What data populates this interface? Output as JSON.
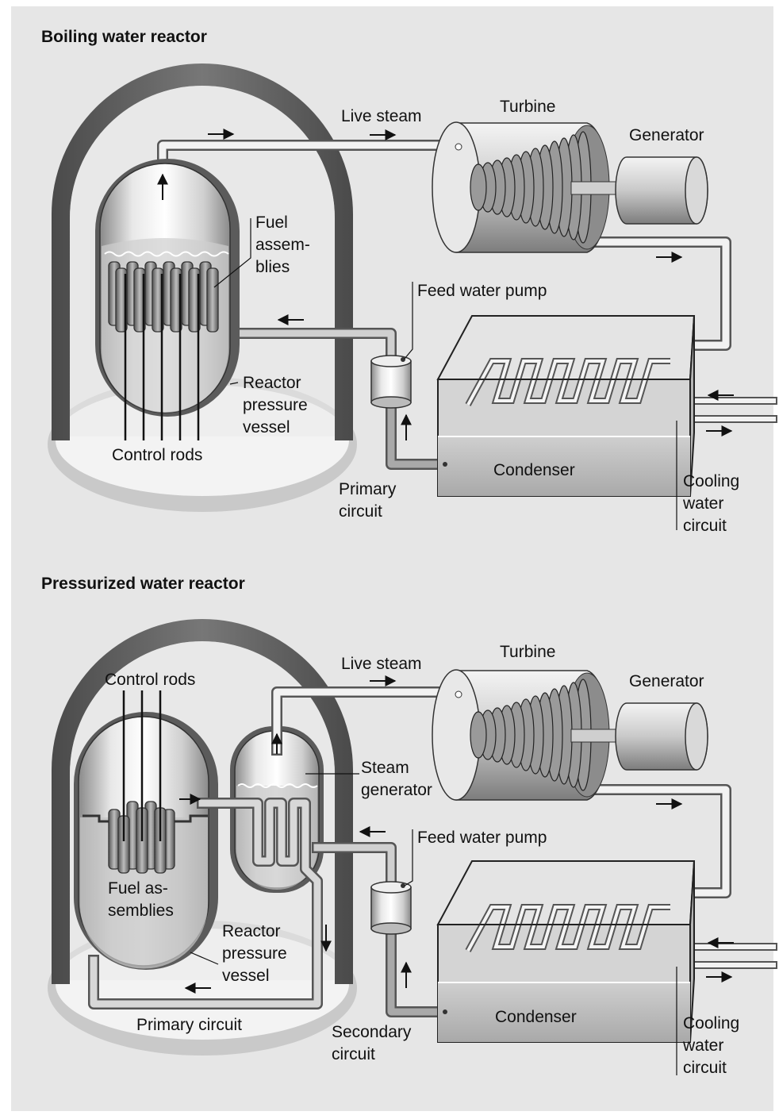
{
  "bwr": {
    "title": "Boiling water reactor",
    "live_steam": "Live steam",
    "turbine": "Turbine",
    "generator": "Generator",
    "fuel": [
      "Fuel",
      "assem-",
      "blies"
    ],
    "feed_pump": "Feed water pump",
    "rpv": [
      "Reactor",
      "pressure",
      "vessel"
    ],
    "control_rods": "Control rods",
    "condenser": "Condenser",
    "primary": [
      "Primary",
      "circuit"
    ],
    "cooling": [
      "Cooling",
      "water",
      "circuit"
    ]
  },
  "pwr": {
    "title": "Pressurized water reactor",
    "live_steam": "Live steam",
    "turbine": "Turbine",
    "generator": "Generator",
    "control_rods": "Control rods",
    "steam_gen": [
      "Steam",
      "generator"
    ],
    "feed_pump": "Feed water pump",
    "fuel": [
      "Fuel as-",
      "semblies"
    ],
    "rpv": [
      "Reactor",
      "pressure",
      "vessel"
    ],
    "primary": "Primary circuit",
    "secondary": [
      "Secondary",
      "circuit"
    ],
    "condenser": "Condenser",
    "cooling": [
      "Cooling",
      "water",
      "circuit"
    ]
  }
}
